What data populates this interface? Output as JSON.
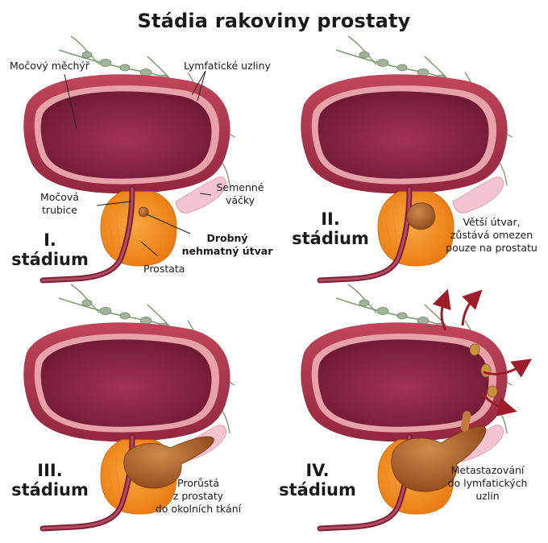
{
  "title": "Stádia rakoviny prostaty",
  "labels": {
    "bladder": "Močový měchýř",
    "lymph_nodes": "Lymfatické uzliny",
    "urethra_1": "Močová",
    "urethra_2": "trubice",
    "seminal_1": "Semenné",
    "seminal_2": "váčky",
    "small_tumor_1": "Drobný",
    "small_tumor_2": "nehmatný útvar",
    "prostate": "Prostata"
  },
  "stages": [
    {
      "num": "I.",
      "word": "stádium",
      "desc": []
    },
    {
      "num": "II.",
      "word": "stádium",
      "desc": [
        "Větší útvar,",
        "zůstává omezen",
        "pouze na prostatu"
      ]
    },
    {
      "num": "III.",
      "word": "stádium",
      "desc": [
        "Prorůstá",
        "z prostaty",
        "do okolních tkání"
      ]
    },
    {
      "num": "IV.",
      "word": "stádium",
      "desc": [
        "Metastazování",
        "do lymfatických",
        "uzlin"
      ]
    }
  ],
  "colors": {
    "bladder_outer": "#a8334a",
    "bladder_inner": "#7a1e3a",
    "prostate": "#f28a1a",
    "tumor": "#b8692e",
    "vesicle": "#f3c4d0",
    "node": "#9fb59a",
    "arrow": "#9e1c2a"
  }
}
